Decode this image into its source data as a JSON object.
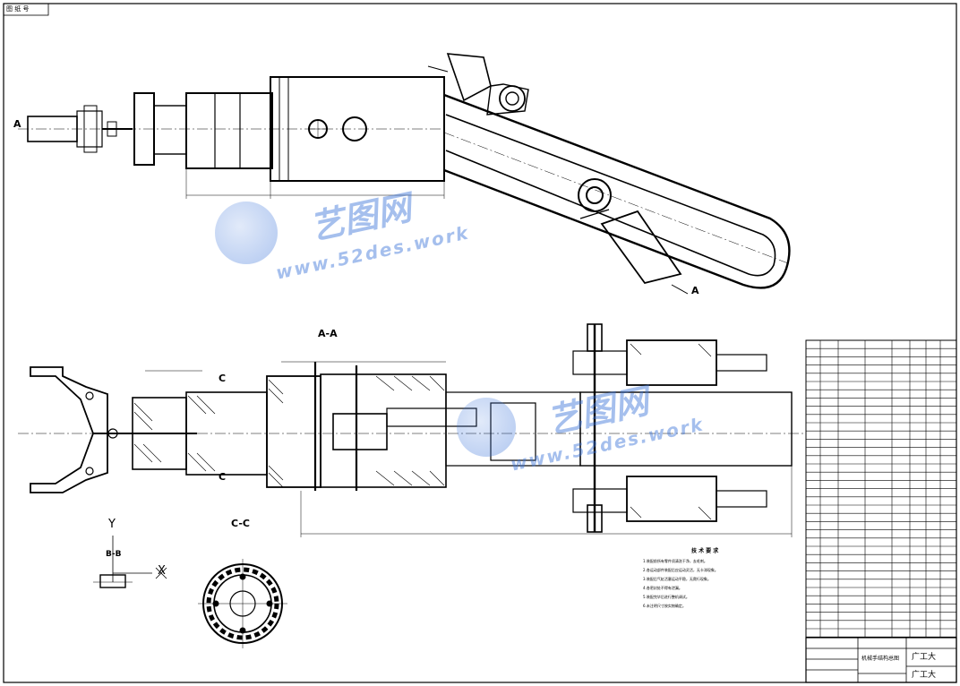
{
  "corner_tag": "图 纸 号",
  "section_labels": {
    "a_left": "A",
    "a_right": "A",
    "aa_title": "A-A",
    "c_top": "C",
    "c_bottom": "C",
    "cc_title": "C-C",
    "bb_title": "B-B",
    "axis_y": "Y",
    "axis_x": "X"
  },
  "tech_requirements": {
    "title": "技 术 要 求",
    "lines": [
      "1.装配前所有零件须清洗干净，去毛刺。",
      "2.各运动部件装配后应运动灵活，无卡滞现象。",
      "3.装配后气缸活塞运动平稳，无爬行现象。",
      "4.各密封处不得有泄漏。",
      "5.装配完毕后进行整机调试。",
      "6.未注明尺寸按实物确定。"
    ]
  },
  "title_block": {
    "drawing_name": "机械手结构总图",
    "company_top": "广工大",
    "company_bottom": "广工大"
  },
  "watermark": {
    "brand": "艺图网",
    "url": "www.52des.work"
  },
  "colors": {
    "line": "#000000",
    "watermark": "#3a73d9"
  }
}
